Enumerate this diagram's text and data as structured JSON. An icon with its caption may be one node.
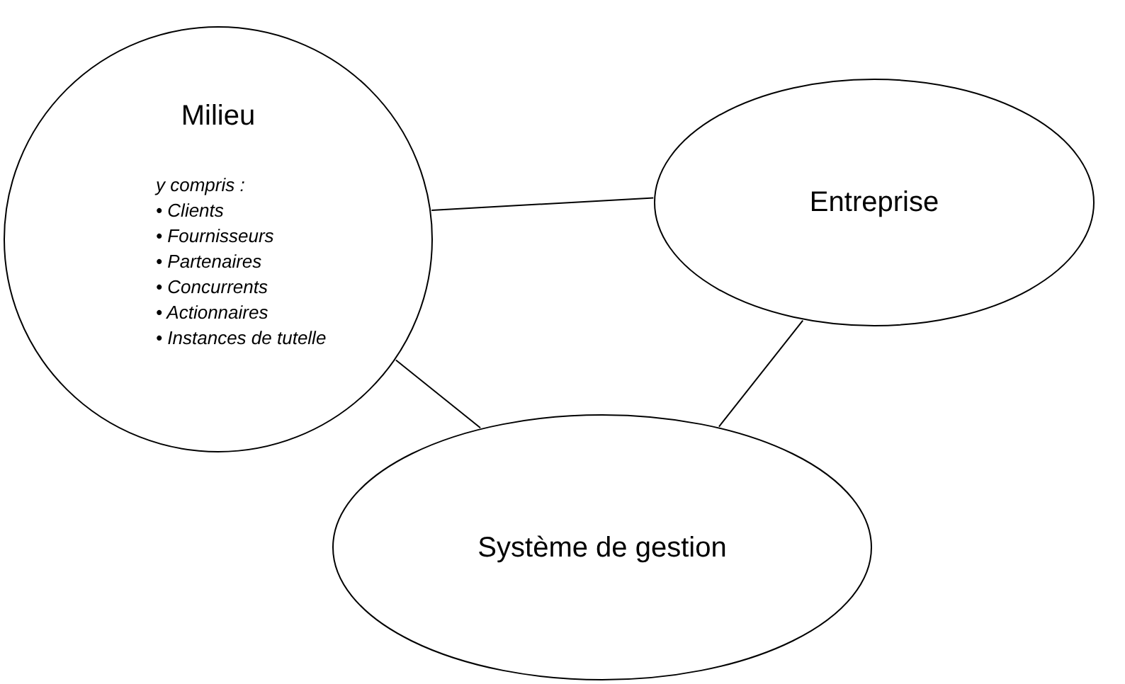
{
  "diagram": {
    "nodes": [
      {
        "text": [
          "Milieu",
          "y compris :",
          "• Clients",
          "• Fournisseurs",
          "• Partenaires",
          "• Concurrents",
          "• Actionnaires",
          "• Instances de tutelle"
        ]
      },
      {
        "text": [
          "Entreprise"
        ]
      },
      {
        "text": [
          "Système de gestion"
        ]
      }
    ],
    "edges": [
      {
        "from": 0,
        "to": 1,
        "arrow": "none"
      },
      {
        "from": 0,
        "to": 2,
        "arrow": "none"
      },
      {
        "from": 1,
        "to": 2,
        "arrow": "none"
      }
    ]
  }
}
